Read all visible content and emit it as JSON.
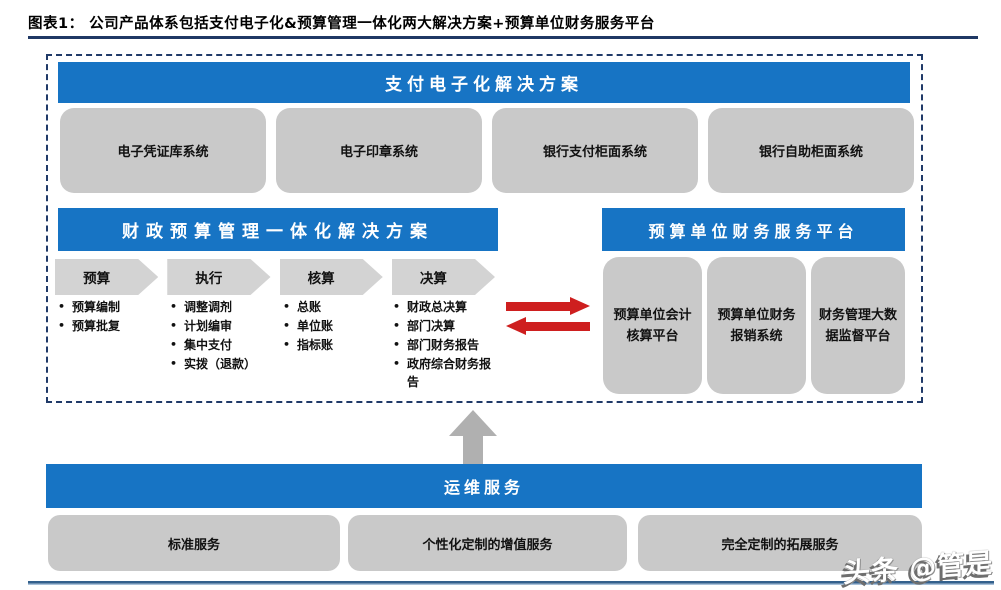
{
  "title": "图表1：  公司产品体系包括支付电子化&预算管理一体化两大解决方案+预算单位财务服务平台",
  "colors": {
    "header_blue": "#1774C4",
    "box_gray": "#C9C9C9",
    "chevron_gray": "#D3D3D3",
    "up_arrow_gray": "#B0B0B0",
    "exchange_arrow_red": "#CE1F1F",
    "frame_navy": "#203A68",
    "title_rule_navy": "#1F3864",
    "bottom_rule_blue": "#33608C"
  },
  "payment_section": {
    "header": "支付电子化解决方案",
    "boxes": [
      "电子凭证库系统",
      "电子印章系统",
      "银行支付柜面系统",
      "银行自助柜面系统"
    ]
  },
  "budget_section": {
    "header": "财政预算管理一体化解决方案",
    "bullet_char": "•",
    "stages": [
      {
        "label": "预算",
        "items": [
          "预算编制",
          "预算批复"
        ]
      },
      {
        "label": "执行",
        "items": [
          "调整调剂",
          "计划编审",
          "集中支付",
          "实拨（退款）"
        ]
      },
      {
        "label": "核算",
        "items": [
          "总账",
          "单位账",
          "指标账"
        ]
      },
      {
        "label": "决算",
        "items": [
          "财政总决算",
          "部门决算",
          "部门财务报告",
          "政府综合财务报告"
        ]
      }
    ]
  },
  "platform_section": {
    "header": "预算单位财务服务平台",
    "boxes": [
      "预算单位会计核算平台",
      "预算单位财务报销系统",
      "财务管理大数据监督平台"
    ]
  },
  "service_section": {
    "header": "运维服务",
    "boxes": [
      "标准服务",
      "个性化定制的增值服务",
      "完全定制的拓展服务"
    ]
  },
  "watermark": "头条 @管是"
}
